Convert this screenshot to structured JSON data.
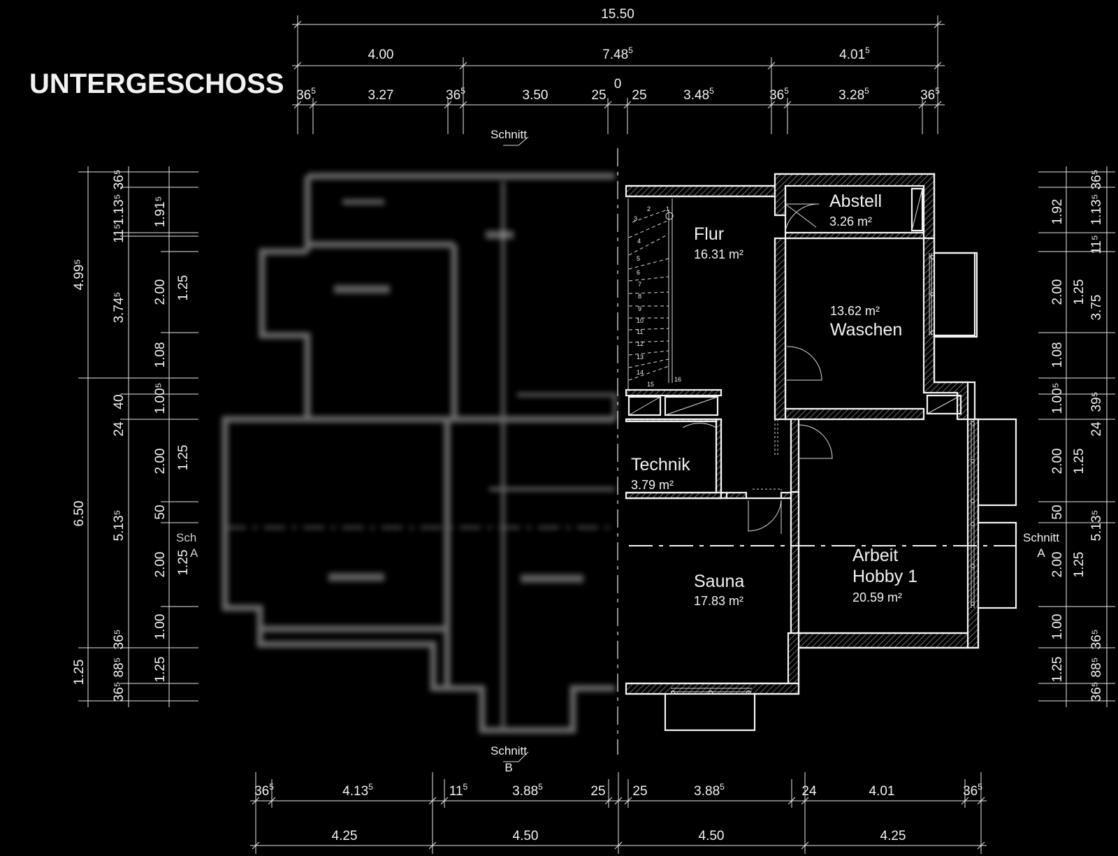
{
  "title": "UNTERGESCHOSS",
  "colors": {
    "background": "#000000",
    "lines": "#f0f0f0"
  },
  "rooms": {
    "flur": {
      "name": "Flur",
      "area": "16.31 m²"
    },
    "abstell": {
      "name": "Abstell",
      "area": "3.26 m²"
    },
    "waschen": {
      "name": "Waschen",
      "area": "13.62 m²"
    },
    "technik": {
      "name": "Technik",
      "area": "3.79 m²"
    },
    "sauna": {
      "name": "Sauna",
      "area": "17.83 m²"
    },
    "arbeit": {
      "name1": "Arbeit",
      "name2": "Hobby 1",
      "area": "20.59 m²"
    }
  },
  "sections": {
    "schnitt": "Schnitt",
    "a": "A",
    "b": "B",
    "left_partial": "Sch",
    "zero": "0"
  },
  "stair_steps": [
    "1",
    "2",
    "3",
    "4",
    "5",
    "6",
    "7",
    "8",
    "9",
    "10",
    "11",
    "12",
    "13",
    "14",
    "15",
    "16"
  ],
  "dims_top": {
    "overall": "15.50",
    "row2": [
      {
        "v": "4.00",
        "s": ""
      },
      {
        "v": "7.48",
        "s": "5"
      },
      {
        "v": "4.01",
        "s": "5"
      }
    ],
    "row3": [
      {
        "v": "36",
        "s": "5"
      },
      {
        "v": "3.27",
        "s": ""
      },
      {
        "v": "36",
        "s": "5"
      },
      {
        "v": "3.50",
        "s": ""
      },
      {
        "v": "25",
        "s": ""
      },
      {
        "v": "25",
        "s": ""
      },
      {
        "v": "3.48",
        "s": "5"
      },
      {
        "v": "36",
        "s": "5"
      },
      {
        "v": "3.28",
        "s": "5"
      },
      {
        "v": "36",
        "s": "5"
      }
    ]
  },
  "dims_bottom": {
    "row1": [
      {
        "v": "36",
        "s": "5"
      },
      {
        "v": "4.13",
        "s": "5"
      },
      {
        "v": "11",
        "s": "5"
      },
      {
        "v": "3.88",
        "s": "5"
      },
      {
        "v": "25",
        "s": ""
      },
      {
        "v": "25",
        "s": ""
      },
      {
        "v": "3.88",
        "s": "5"
      },
      {
        "v": "24",
        "s": ""
      },
      {
        "v": "4.01",
        "s": ""
      },
      {
        "v": "36",
        "s": "5"
      }
    ],
    "row2": [
      "4.25",
      "4.50",
      "4.50",
      "4.25"
    ]
  },
  "dims_left": {
    "outer": [
      "4.99⁵",
      "6.50",
      "1.25"
    ],
    "mid": [
      "36⁵",
      "1.13⁵",
      "11⁵",
      "3.74⁵",
      "40",
      "24",
      "5.13⁵",
      "36⁵",
      "88⁵",
      "36⁵"
    ],
    "inner": [
      "1.91⁵",
      "2.00",
      "1.08",
      "1.00⁵",
      "2.00",
      "50",
      "2.00",
      "1.00",
      "1.25"
    ],
    "sill": [
      "1.25",
      "1.25",
      "1.25"
    ]
  },
  "dims_right": {
    "a": [
      "1.92",
      "2.00",
      "1.08",
      "1.00⁵",
      "2.00",
      "50",
      "2.00",
      "1.00",
      "1.25"
    ],
    "b": [
      "1.25",
      "1.25",
      "1.25"
    ],
    "c": [
      "36⁵",
      "1.13⁵",
      "11⁵",
      "3.75",
      "39⁵",
      "24",
      "5.13⁵",
      "36⁵",
      "88⁵",
      "36⁵"
    ]
  }
}
